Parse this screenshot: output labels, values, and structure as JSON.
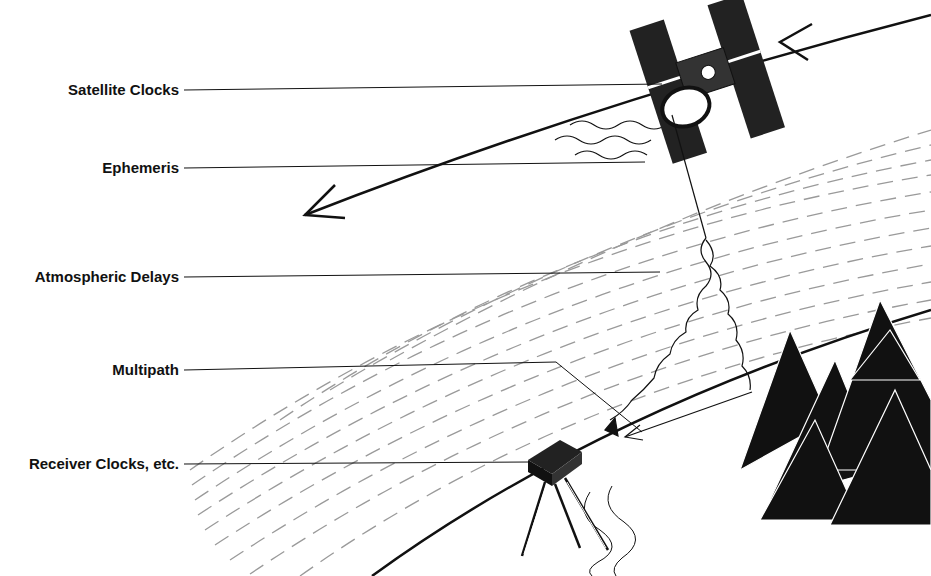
{
  "diagram": {
    "labels": [
      "Satellite Clocks",
      "Ephemeris",
      "Atmospheric Delays",
      "Multipath",
      "Receiver Clocks, etc."
    ]
  }
}
